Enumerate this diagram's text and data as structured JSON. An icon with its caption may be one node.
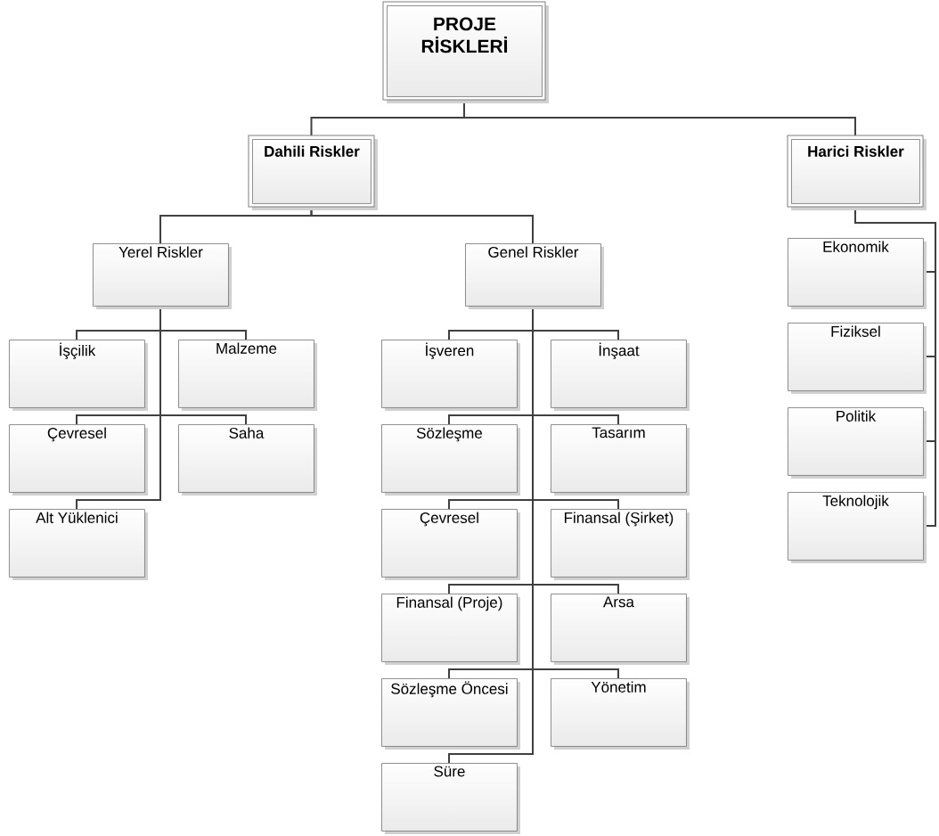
{
  "diagram": {
    "nodes": [
      {
        "text": [
          "PROJE RİSKLERİ"
        ]
      },
      {
        "text": [
          "Dahili Riskler"
        ]
      },
      {
        "text": [
          "Harici Riskler"
        ]
      },
      {
        "text": [
          "Yerel Riskler"
        ]
      },
      {
        "text": [
          "Genel Riskler"
        ]
      },
      {
        "text": [
          "İşçilik"
        ]
      },
      {
        "text": [
          "Malzeme"
        ]
      },
      {
        "text": [
          "Çevresel"
        ]
      },
      {
        "text": [
          "Saha"
        ]
      },
      {
        "text": [
          "Alt Yüklenici"
        ]
      },
      {
        "text": [
          "İşveren"
        ]
      },
      {
        "text": [
          "İnşaat"
        ]
      },
      {
        "text": [
          "Sözleşme"
        ]
      },
      {
        "text": [
          "Tasarım"
        ]
      },
      {
        "text": [
          "Çevresel"
        ]
      },
      {
        "text": [
          "Finansal (Şirket)"
        ]
      },
      {
        "text": [
          "Finansal (Proje)"
        ]
      },
      {
        "text": [
          "Arsa"
        ]
      },
      {
        "text": [
          "Sözleşme Öncesi"
        ]
      },
      {
        "text": [
          "Yönetim"
        ]
      },
      {
        "text": [
          "Süre"
        ]
      },
      {
        "text": [
          "Ekonomik"
        ]
      },
      {
        "text": [
          "Fiziksel"
        ]
      },
      {
        "text": [
          "Politik"
        ]
      },
      {
        "text": [
          "Teknolojik"
        ]
      }
    ],
    "edges": [
      {
        "from": 0,
        "to": 1,
        "arrow": "none"
      },
      {
        "from": 0,
        "to": 2,
        "arrow": "none"
      },
      {
        "from": 1,
        "to": 3,
        "arrow": "none"
      },
      {
        "from": 1,
        "to": 4,
        "arrow": "none"
      },
      {
        "from": 3,
        "to": 5,
        "arrow": "none"
      },
      {
        "from": 3,
        "to": 6,
        "arrow": "none"
      },
      {
        "from": 3,
        "to": 7,
        "arrow": "none"
      },
      {
        "from": 3,
        "to": 8,
        "arrow": "none"
      },
      {
        "from": 3,
        "to": 9,
        "arrow": "none"
      },
      {
        "from": 4,
        "to": 10,
        "arrow": "none"
      },
      {
        "from": 4,
        "to": 11,
        "arrow": "none"
      },
      {
        "from": 4,
        "to": 12,
        "arrow": "none"
      },
      {
        "from": 4,
        "to": 13,
        "arrow": "none"
      },
      {
        "from": 4,
        "to": 14,
        "arrow": "none"
      },
      {
        "from": 4,
        "to": 15,
        "arrow": "none"
      },
      {
        "from": 4,
        "to": 16,
        "arrow": "none"
      },
      {
        "from": 4,
        "to": 17,
        "arrow": "none"
      },
      {
        "from": 4,
        "to": 18,
        "arrow": "none"
      },
      {
        "from": 4,
        "to": 19,
        "arrow": "none"
      },
      {
        "from": 4,
        "to": 20,
        "arrow": "none"
      },
      {
        "from": 2,
        "to": 21,
        "arrow": "none"
      },
      {
        "from": 2,
        "to": 22,
        "arrow": "none"
      },
      {
        "from": 2,
        "to": 23,
        "arrow": "none"
      },
      {
        "from": 2,
        "to": 24,
        "arrow": "none"
      }
    ]
  }
}
